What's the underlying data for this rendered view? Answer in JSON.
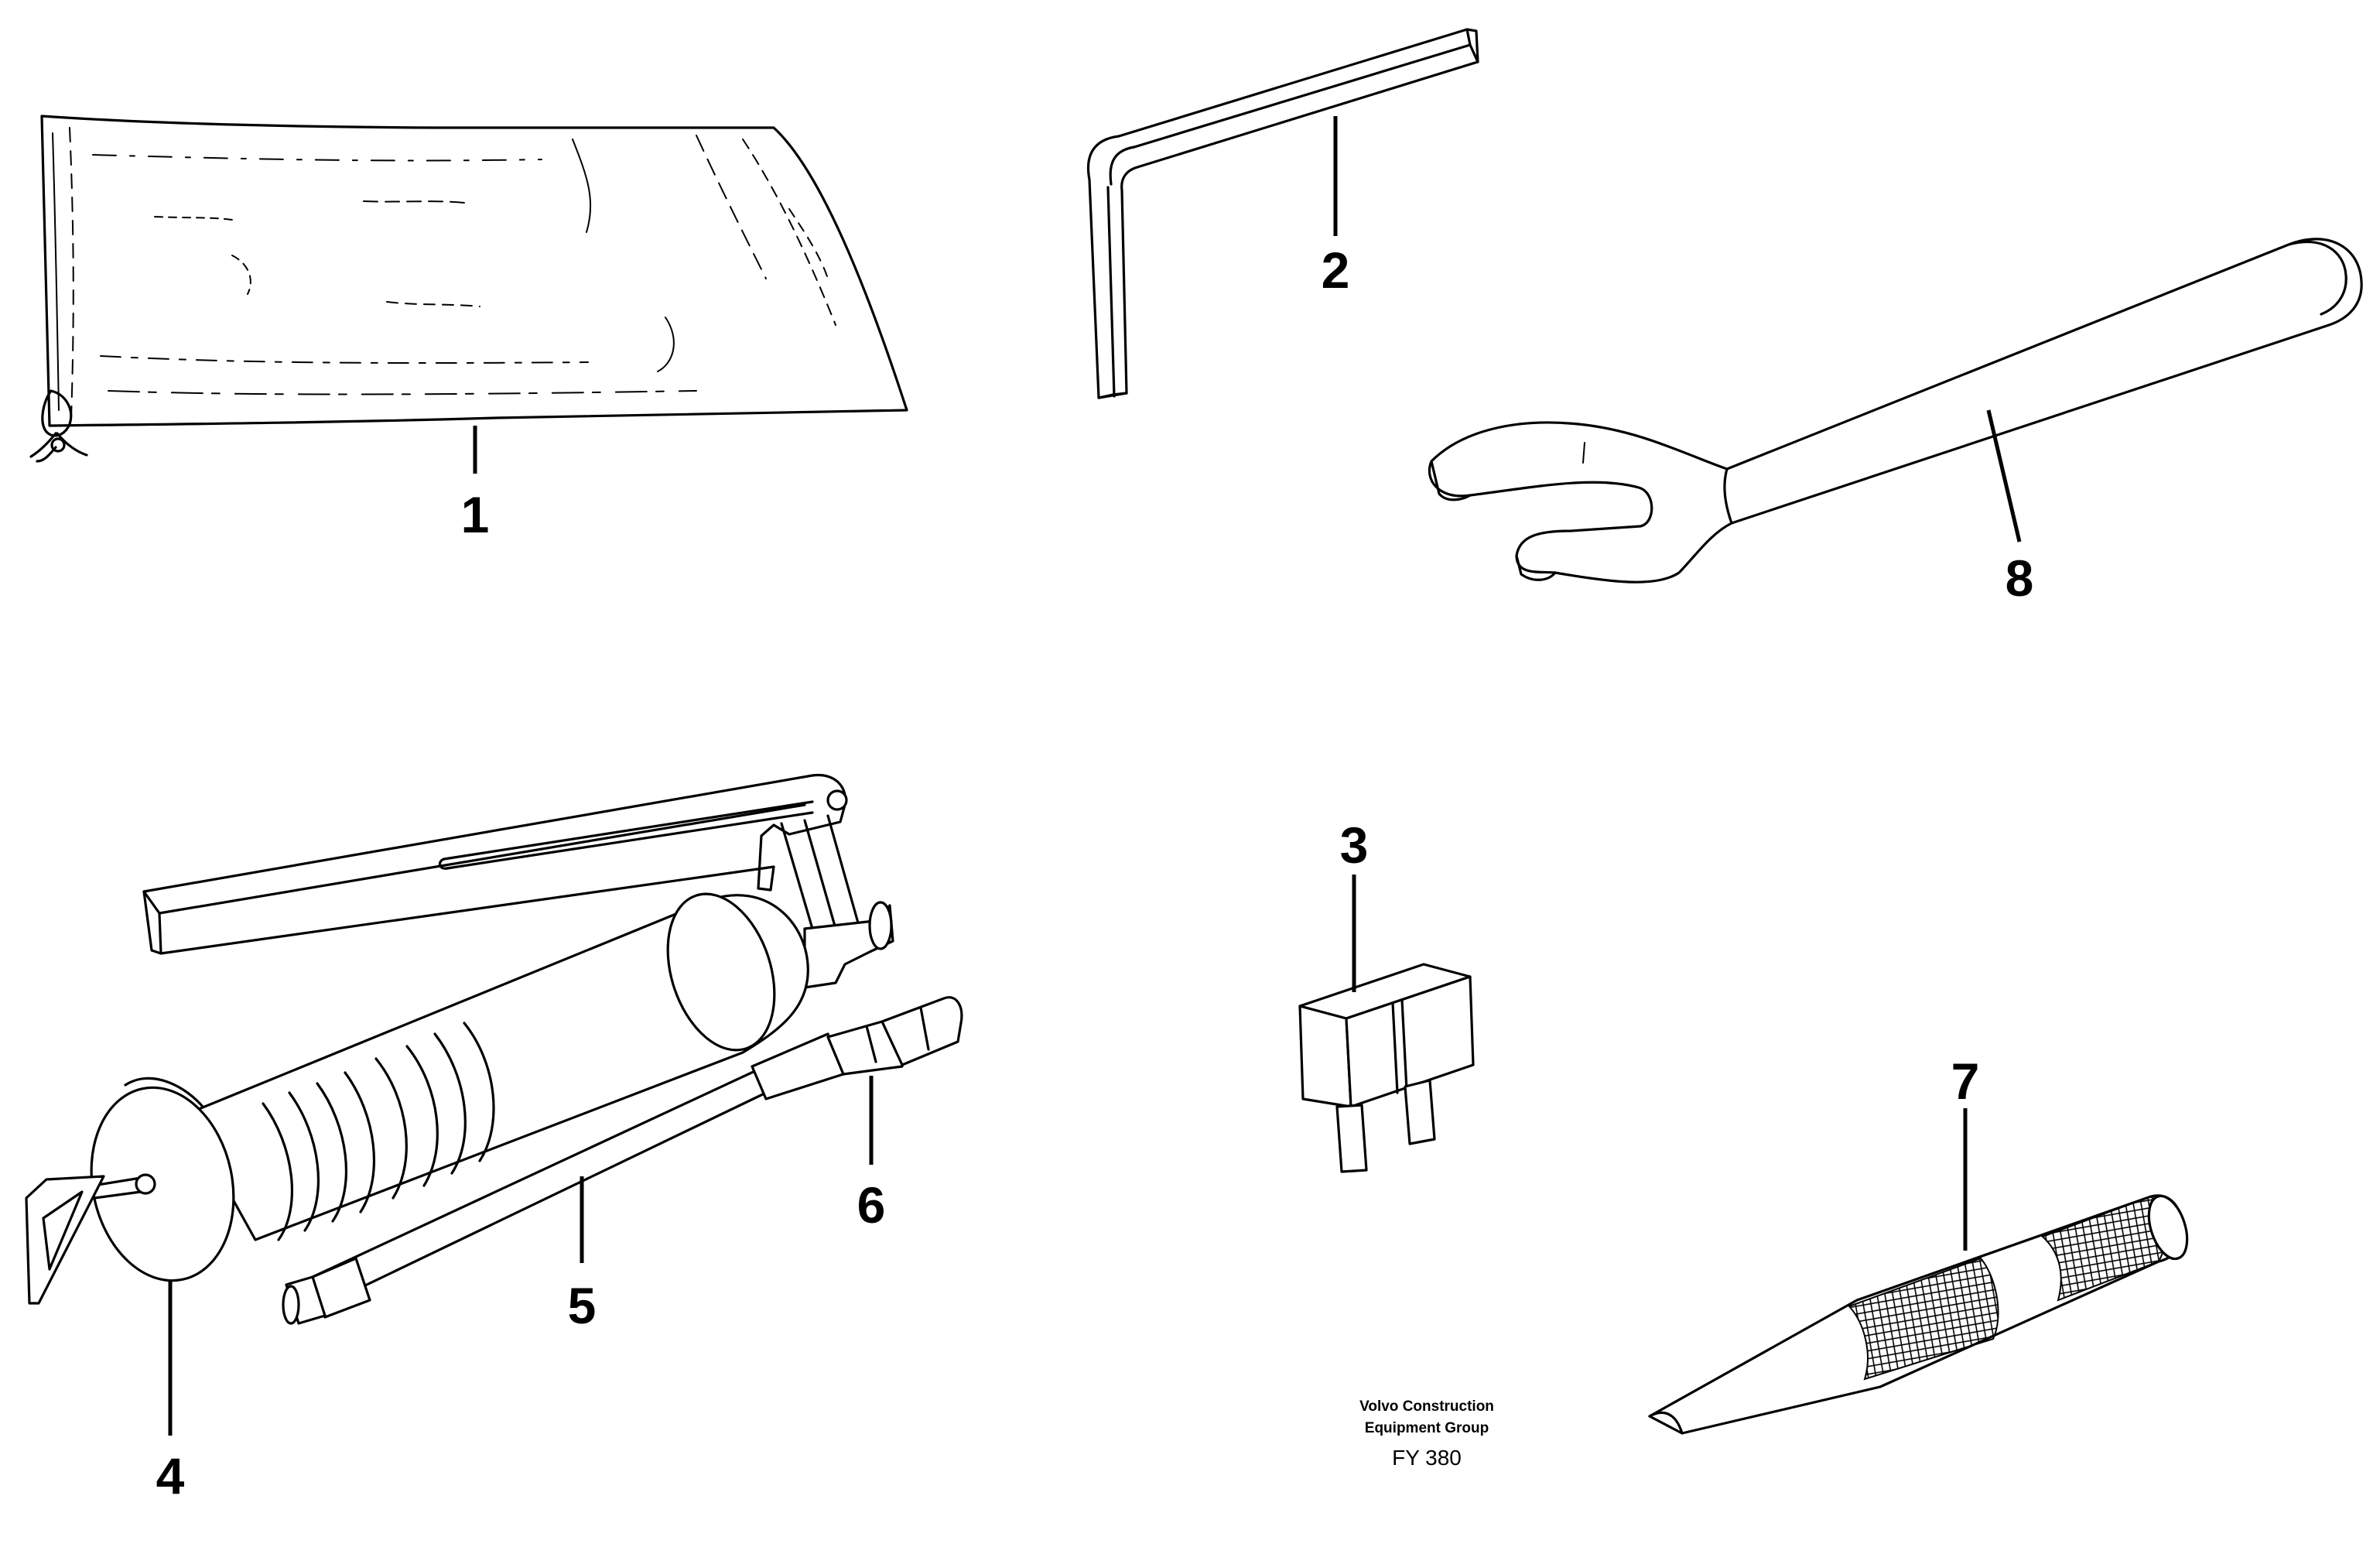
{
  "callouts": {
    "c1": "1",
    "c2": "2",
    "c3": "3",
    "c4": "4",
    "c5": "5",
    "c6": "6",
    "c7": "7",
    "c8": "8"
  },
  "footer": {
    "line1": "Volvo Construction",
    "line2": "Equipment Group",
    "code": "FY 380"
  }
}
